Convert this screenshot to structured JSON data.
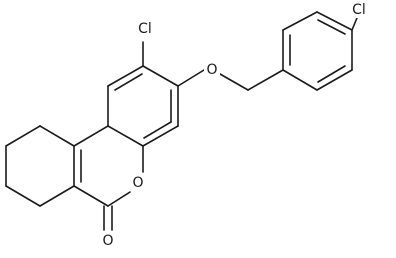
{
  "molecule": {
    "atoms": [
      {
        "id": "cl_top",
        "symbol": "Cl"
      },
      {
        "id": "o_ether",
        "symbol": "O"
      },
      {
        "id": "cl_left",
        "symbol": "Cl"
      },
      {
        "id": "o_ring",
        "symbol": "O"
      },
      {
        "id": "o_carbonyl",
        "symbol": "O"
      }
    ]
  }
}
